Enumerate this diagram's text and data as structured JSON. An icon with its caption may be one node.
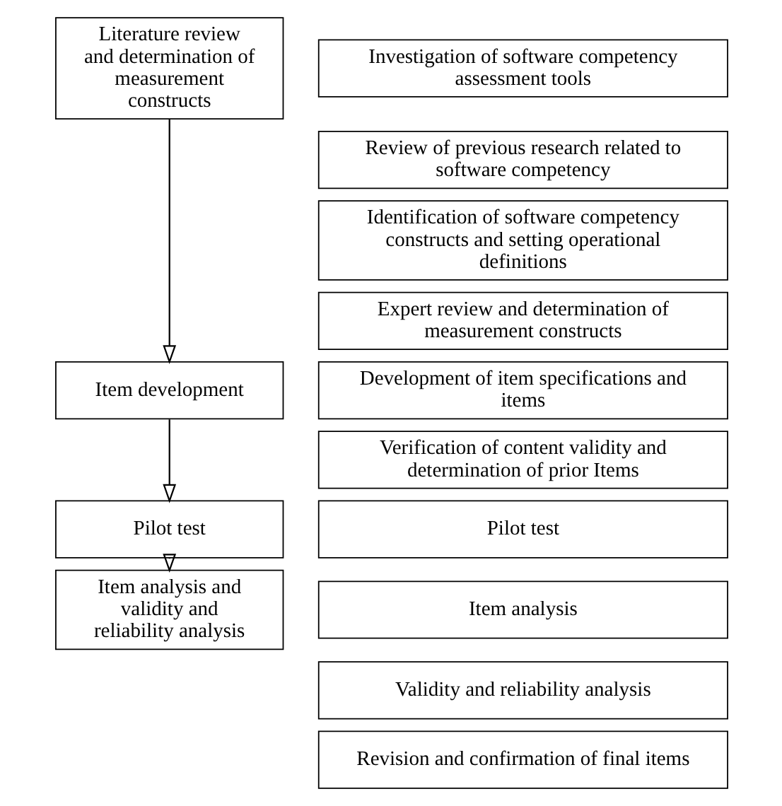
{
  "diagram": {
    "nodes": [
      {
        "text": [
          "Literature review and determination of measurement constructs"
        ]
      },
      {
        "text": [
          "Investigation of software competency assessment tools"
        ]
      },
      {
        "text": [
          "Review of previous research related to software competency"
        ]
      },
      {
        "text": [
          "Identification of software competency constructs and setting operational definitions"
        ]
      },
      {
        "text": [
          "Expert review and determination of measurement constructs"
        ]
      },
      {
        "text": [
          "Item development"
        ]
      },
      {
        "text": [
          "Development of item specifications and items"
        ]
      },
      {
        "text": [
          "Verification of content validity and determination of prior Items"
        ]
      },
      {
        "text": [
          "Pilot test"
        ]
      },
      {
        "text": [
          "Pilot test"
        ]
      },
      {
        "text": [
          "Item analysis and validity and reliability analysis"
        ]
      },
      {
        "text": [
          "Item analysis"
        ]
      },
      {
        "text": [
          "Validity and reliability analysis"
        ]
      },
      {
        "text": [
          "Revision and confirmation of final items"
        ]
      }
    ],
    "edges": [
      {
        "from": 0,
        "to": 5,
        "arrow": "to"
      },
      {
        "from": 5,
        "to": 8,
        "arrow": "to"
      },
      {
        "from": 8,
        "to": 10,
        "arrow": "to"
      }
    ]
  }
}
